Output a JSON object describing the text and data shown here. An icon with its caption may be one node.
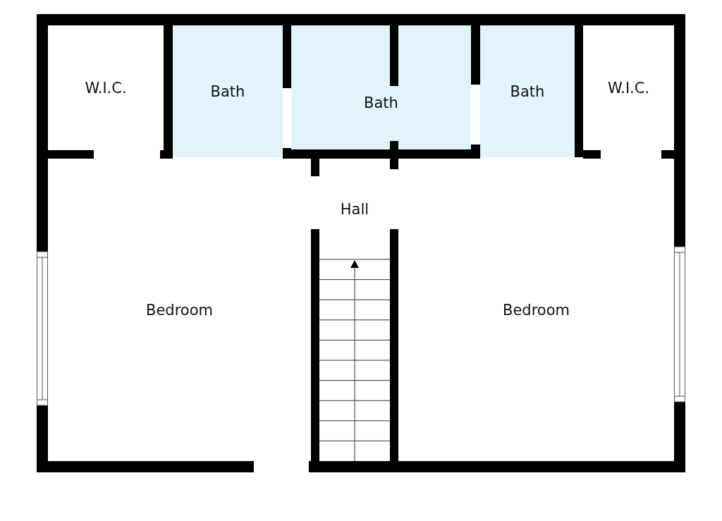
{
  "diagram": {
    "nodes": [
      {
        "text": [
          "W.I.C."
        ]
      },
      {
        "text": [
          "Bath"
        ]
      },
      {
        "text": [
          "Bath"
        ]
      },
      {
        "text": [
          "Bath"
        ]
      },
      {
        "text": [
          "W.I.C."
        ]
      },
      {
        "text": [
          "Hall"
        ]
      },
      {
        "text": [
          "Bedroom"
        ]
      },
      {
        "text": [
          "Bedroom"
        ]
      }
    ]
  }
}
